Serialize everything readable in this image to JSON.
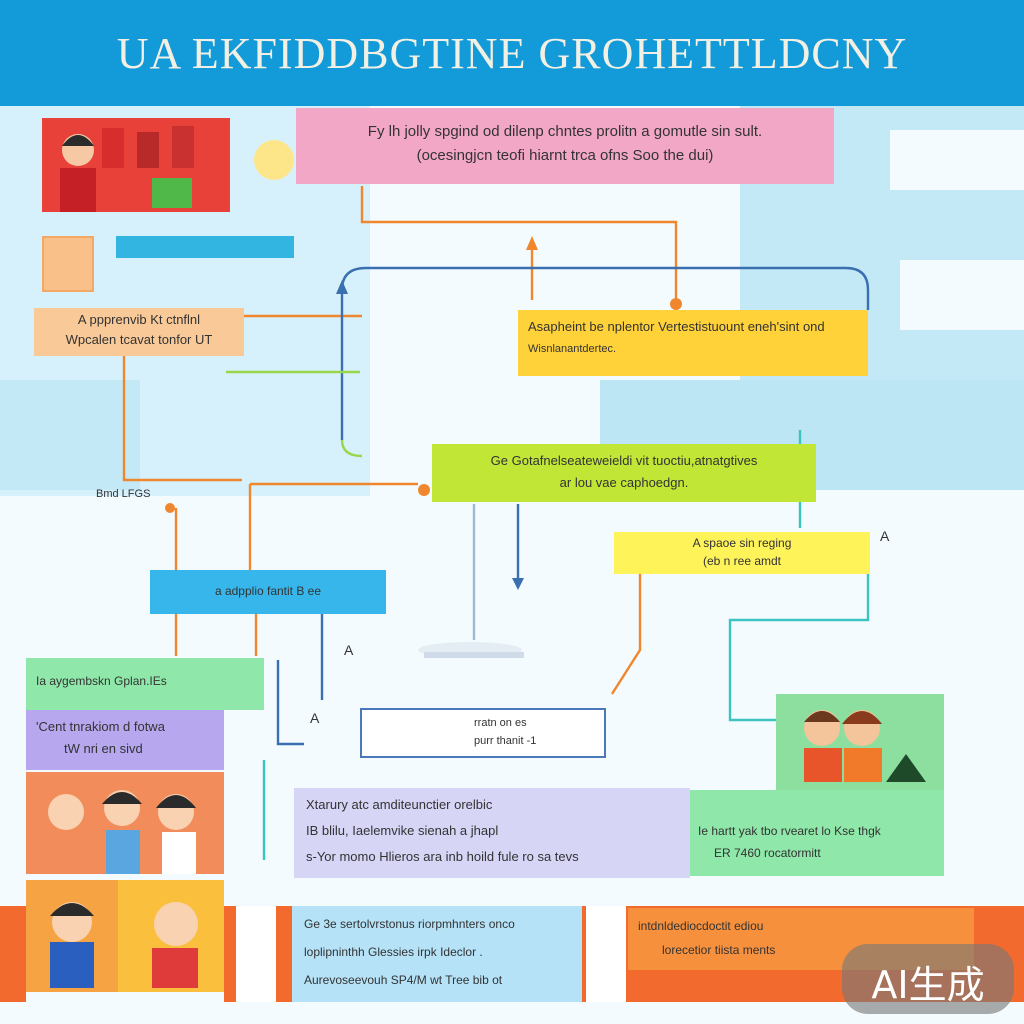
{
  "header": {
    "title": "UA EKFIDDBGTINE GROHETTLDCNY"
  },
  "boxes": {
    "top_pink": {
      "line1": "Fy lh jolly spgind od dilenp chntes prolitn a gomutle sin sult.",
      "line2": "(ocesingjcn teofi hiarnt trca ofns Soo the dui)"
    },
    "left_peach": {
      "line1": "A ppprenvib Kt ctnflnl",
      "line2": "Wpcalen tcavat tonfor UT"
    },
    "yellow_main": {
      "line1": "Asapheint be nplentor Vertestistuount eneh'sint ond",
      "line2": "Wisnlanantdertec."
    },
    "lime_center": {
      "line1": "Ge Gotafnelseateweieldi vit tuoctiu,atnatgtives",
      "line2": "ar lou vae caphoedgn."
    },
    "lemon_right": {
      "line1": "A spaoe sin reging",
      "line2": "(eb n ree amdt"
    },
    "sky_left": {
      "line1": "a adpplio fantit B ee"
    },
    "mint_left": {
      "line1": "Ia aygembskn Gplan.IEs"
    },
    "lilac_left": {
      "line1": "'Cent tnrakiom d fotwa",
      "line2": "tW nri en sivd"
    },
    "center_small": {
      "line1": "rratn  on es",
      "line2": "purr thanit -1"
    },
    "periwinkle_main": {
      "line1": "Xtarury atc amditeunctier orelbic",
      "line2": "IB blilu, Iaelemvike sienah a jhapl",
      "line3": "s-Yor  momo Hlieros ara inb hoild fule ro sa tevs"
    },
    "mint_right": {
      "line1": "Ie hartt yak tbo rvearet lo Kse thgk",
      "line2": "ER 7460 rocatormitt"
    },
    "ice_bottom": {
      "line1": "Ge 3e sertolvrstonus riorpmhnters onco",
      "line2": "loplipninthh Glessies irpk Ideclor .",
      "line3": "Aurevoseevouh  SP4/M wt Tree bib ot"
    },
    "orange_bottom": {
      "line1": "intdnldediocdoctit ediou",
      "line2": "lorecetior tiista ments"
    }
  },
  "labels": {
    "left_mid": "Bmd LFGS",
    "icon_a": "A",
    "icon_b": "A",
    "icon_c": "A"
  },
  "watermark": {
    "text": "AI生成"
  },
  "colors": {
    "header": "#139ad8",
    "connector_orange": "#f0872e",
    "connector_blue": "#3a6fb0",
    "connector_teal": "#3cc4c0",
    "bottom_band": "#f26a2e"
  }
}
